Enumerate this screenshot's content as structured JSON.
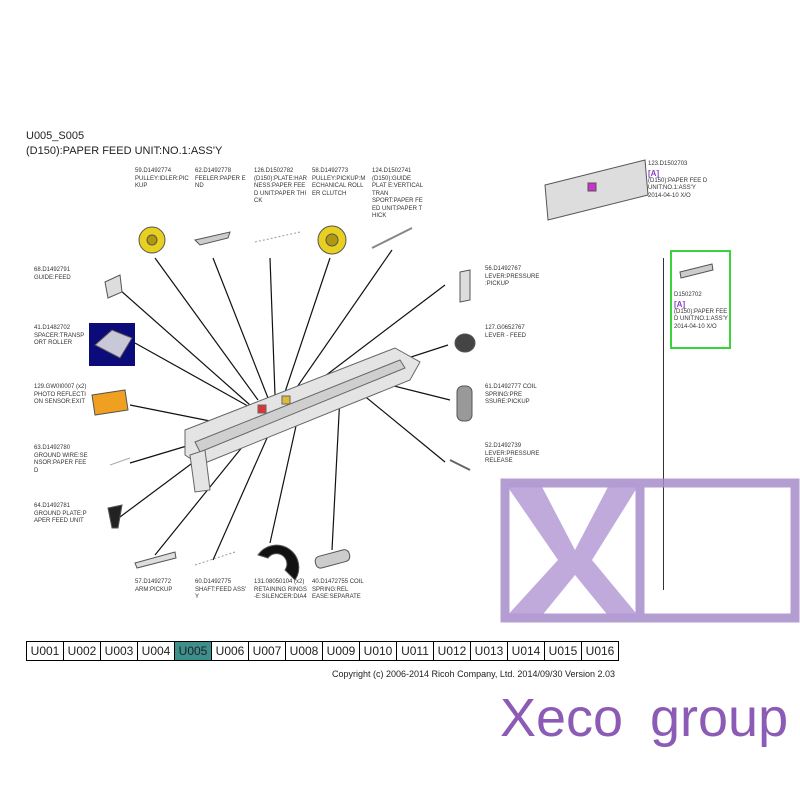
{
  "title": {
    "line1": "U005_S005",
    "line2": "(D150):PAPER FEED UNIT:NO.1:ASS'Y"
  },
  "parts": {
    "p59": "59.D1492774 PULLEY:IDLER:PIC KUP",
    "p62": "62.D1492778 FEELER:PAPER E ND",
    "p126": "126.D1502782 (D150):PLATE:HAR NESS:PAPER FEE D UNIT:PAPER THI CK",
    "p58": "58.D1492773 PULLEY:PICKUP:M ECHANICAL ROLL ER CLUTCH",
    "p124": "124.D1502741 (D150):GUIDE PLAT E:VERTICAL TRAN SPORT:PAPER FE ED UNIT:PAPER T HICK",
    "p68": "68.D1492791 GUIDE:FEED",
    "p41": "41.D1482702 SPACER:TRANSP ORT ROLLER",
    "p129": "129.GW0I0007 (x2) PHOTO REFLECTI ON SENSOR:EXIT",
    "p63": "63.D1492780 GROUND WIRE:SE NSOR:PAPER FEE D",
    "p64": "64.D1492781 GROUND PLATE:P APER FEED UNIT",
    "p56": "56.D1492767 LEVER:PRESSURE :PICKUP",
    "p127": "127.G0652767 LEVER - FEED",
    "p61": "61.D1492777 COIL SPRING:PRE SSURE:PICKUP",
    "p52": "52.D1492739 LEVER:PRESSURE RELEASE",
    "p57": "57.D1492772 ARM:PICKUP",
    "p60": "60.D1492775 SHAFT:FEED ASS' Y",
    "p131": "131.08050104 (x2) RETAINING RINGS -E:SILENCER:DIA4",
    "p40": "40.D1472755 COIL SPRING:REL EASE:SEPARATE",
    "p123_no": "123.D1502703",
    "p123_tag": "[A]",
    "p123_desc": "(D150):PAPER FEE D UNIT:NO.1:ASS'Y 2014-04-10 X/O",
    "sel_no": "D1502702",
    "sel_tag": "[A]",
    "sel_desc": "(D150):PAPER FEE D UNIT:NO.1:ASS'Y 2014-04-10 X/O"
  },
  "tabs": [
    "U001",
    "U002",
    "U003",
    "U004",
    "U005",
    "U006",
    "U007",
    "U008",
    "U009",
    "U010",
    "U011",
    "U012",
    "U013",
    "U014",
    "U015",
    "U016"
  ],
  "active_tab": "U005",
  "footer": {
    "copyright": "Copyright (c) 2006-2014 Ricoh Company, Ltd.    2014/09/30 Version 2.03"
  },
  "watermark": {
    "text1": "Xeco",
    "text2": "group"
  },
  "colors": {
    "active_tab": "#3d8f8c",
    "tag": "#8a3fc8",
    "watermark": "#8c5bb5",
    "selection": "#3bd33b"
  }
}
